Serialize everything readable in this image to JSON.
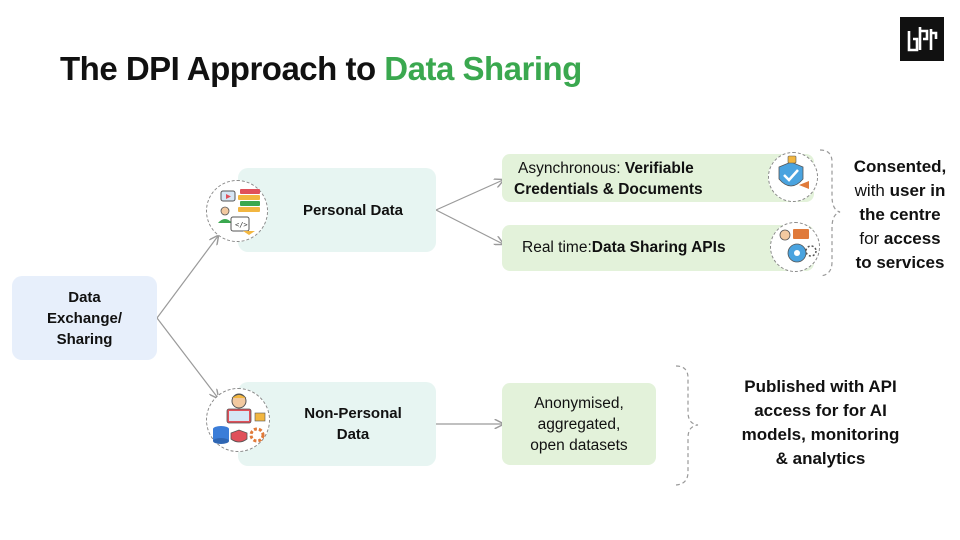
{
  "title": {
    "prefix": "The DPI Approach to ",
    "accent": "Data Sharing"
  },
  "root": {
    "line1": "Data",
    "line2": "Exchange/",
    "line3": "Sharing"
  },
  "personal": {
    "label": "Personal Data"
  },
  "nonpersonal": {
    "line1": "Non-Personal",
    "line2": "Data"
  },
  "async": {
    "prefix": "Asynchronous: ",
    "bold1": "Verifiable",
    "bold2": "Credentials & Documents"
  },
  "realtime": {
    "prefix": "Real time: ",
    "bold": "Data Sharing APIs"
  },
  "anon": {
    "line1": "Anonymised,",
    "line2": "aggregated,",
    "line3": "open datasets"
  },
  "consent": {
    "l1": "Consented,",
    "l2a": "with ",
    "l2b": "user in",
    "l3": "the centre",
    "l4a": "for ",
    "l4b": "access",
    "l5": "to services"
  },
  "published": {
    "l1": "Published with API",
    "l2": "access for for AI",
    "l3": "models, monitoring",
    "l4": "& analytics"
  },
  "colors": {
    "accent": "#3aa84f",
    "root_bg": "#e7effb",
    "node_bg": "#e7f5f2",
    "leaf_bg": "#e3f2da"
  }
}
